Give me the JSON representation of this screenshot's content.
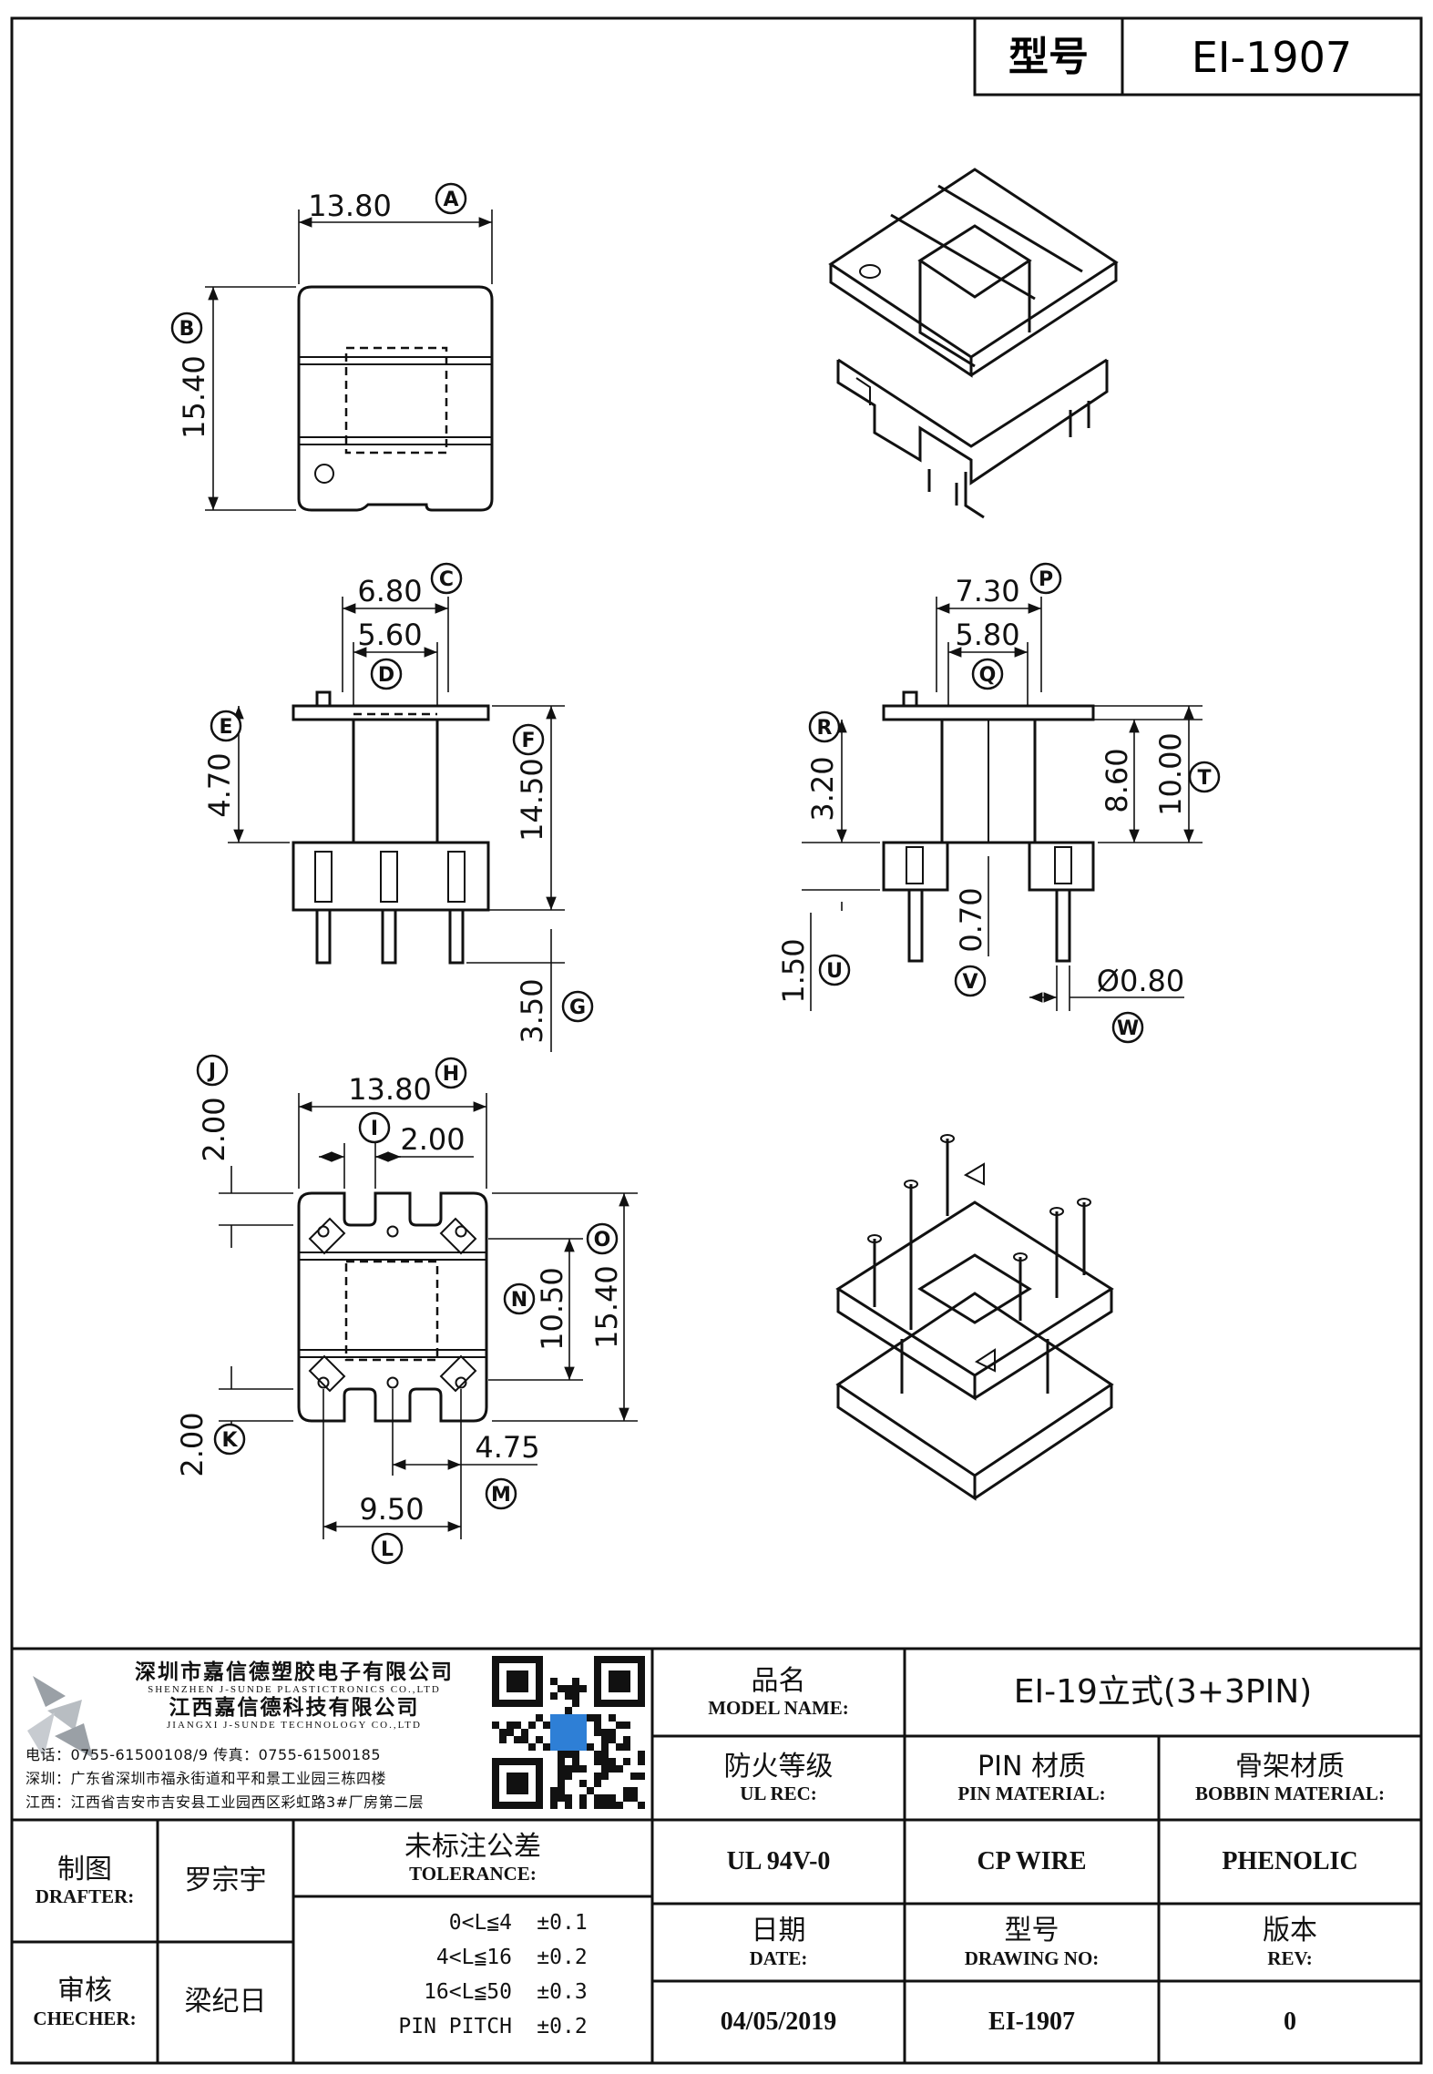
{
  "header": {
    "model_label": "型号",
    "model_value": "EI-1907"
  },
  "dimensions": {
    "A": "13.80",
    "B": "15.40",
    "C": "6.80",
    "D": "5.60",
    "E": "4.70",
    "F": "14.50",
    "G": "3.50",
    "P": "7.30",
    "Q": "5.80",
    "R": "3.20",
    "T": "10.00",
    "T_inner": "8.60",
    "U": "1.50",
    "V": "0.70",
    "W": "Ø0.80",
    "H": "13.80",
    "I": "2.00",
    "J": "2.00",
    "O": "15.40",
    "N": "10.50",
    "K": "2.00",
    "M": "4.75",
    "L": "9.50"
  },
  "letters": [
    "A",
    "B",
    "C",
    "D",
    "E",
    "F",
    "G",
    "P",
    "Q",
    "R",
    "T",
    "U",
    "V",
    "W",
    "H",
    "I",
    "J",
    "O",
    "N",
    "K",
    "M",
    "L"
  ],
  "company": {
    "name_cn_1": "深圳市嘉信德塑胶电子有限公司",
    "name_en_1": "SHENZHEN J-SUNDE PLASTICTRONICS CO.,LTD",
    "name_cn_2": "江西嘉信德科技有限公司",
    "name_en_2": "JIANGXI J-SUNDE TECHNOLOGY CO.,LTD",
    "contact_1": "电话：0755-61500108/9      传真：0755-61500185",
    "contact_2": "深圳：广东省深圳市福永街道和平和景工业园三栋四楼",
    "contact_3": "江西：江西省吉安市吉安县工业园西区彩虹路3#厂房第二层"
  },
  "titleblock": {
    "model_name_cn": "品名",
    "model_name_en": "MODEL NAME:",
    "model_name_value": "EI-19立式(3+3PIN)",
    "ul_cn": "防火等级",
    "ul_en": "UL REC:",
    "ul_value": "UL 94V-0",
    "pin_cn": "PIN 材质",
    "pin_en": "PIN MATERIAL:",
    "pin_value": "CP WIRE",
    "bobbin_cn": "骨架材质",
    "bobbin_en": "BOBBIN MATERIAL:",
    "bobbin_value": "PHENOLIC",
    "drafter_cn": "制图",
    "drafter_en": "DRAFTER:",
    "drafter_value": "罗宗宇",
    "checker_cn": "审核",
    "checker_en": "CHECHER:",
    "checker_value": "梁纪日",
    "tolerance_cn": "未标注公差",
    "tolerance_en": "TOLERANCE:",
    "tolerance_rows": [
      {
        "range": "0<L≦4",
        "value": "±0.1"
      },
      {
        "range": "4<L≦16",
        "value": "±0.2"
      },
      {
        "range": "16<L≦50",
        "value": "±0.3"
      },
      {
        "range": "PIN PITCH",
        "value": "±0.2"
      }
    ],
    "date_cn": "日期",
    "date_en": "DATE:",
    "date_value": "04/05/2019",
    "drawing_cn": "型号",
    "drawing_en": "DRAWING NO:",
    "drawing_value": "EI-1907",
    "rev_cn": "版本",
    "rev_en": "REV:",
    "rev_value": "0"
  }
}
